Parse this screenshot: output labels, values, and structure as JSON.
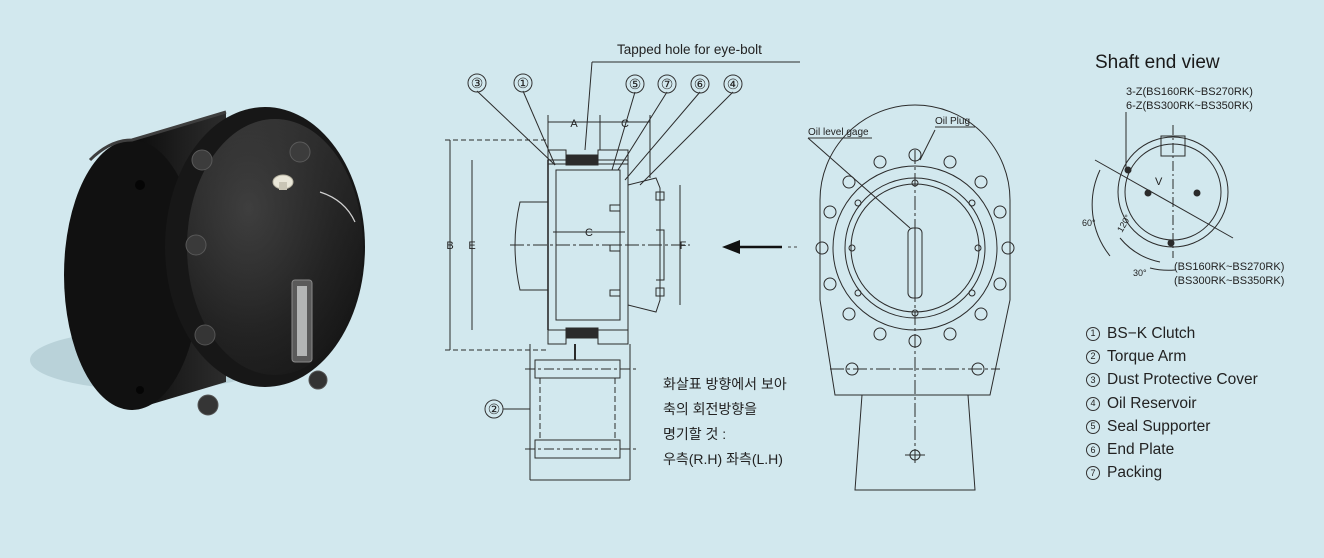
{
  "eye_bolt_label": "Tapped hole for eye-bolt",
  "part_callouts": [
    "③",
    "①",
    "⑤",
    "⑦",
    "⑥",
    "④"
  ],
  "torque_arm_callout": "②",
  "dimensions": {
    "A": "A",
    "C_top": "C",
    "C_inner": "C",
    "B": "B",
    "E": "E",
    "F": "F"
  },
  "rotation_note": [
    "화살표 방향에서 보아",
    "축의 회전방향을",
    "명기할 것 :",
    "우측(R.H) 좌측(L.H)"
  ],
  "oil_level_gage": "Oil level gage",
  "oil_plug": "Oil Plug",
  "shaft_end_view": {
    "title": "Shaft end view",
    "z_notes": [
      "3-Z(BS160RK~BS270RK)",
      "6-Z(BS300RK~BS350RK)"
    ],
    "center_label": "V",
    "angle_60": "60°",
    "angle_120": "120°",
    "angle_30": "30°",
    "range_notes": [
      "(BS160RK~BS270RK)",
      "(BS300RK~BS350RK)"
    ]
  },
  "legend": [
    {
      "num": "1",
      "label": "BS−K Clutch"
    },
    {
      "num": "2",
      "label": "Torque Arm"
    },
    {
      "num": "3",
      "label": "Dust Protective Cover"
    },
    {
      "num": "4",
      "label": "Oil Reservoir"
    },
    {
      "num": "5",
      "label": "Seal Supporter"
    },
    {
      "num": "6",
      "label": "End Plate"
    },
    {
      "num": "7",
      "label": "Packing"
    }
  ]
}
